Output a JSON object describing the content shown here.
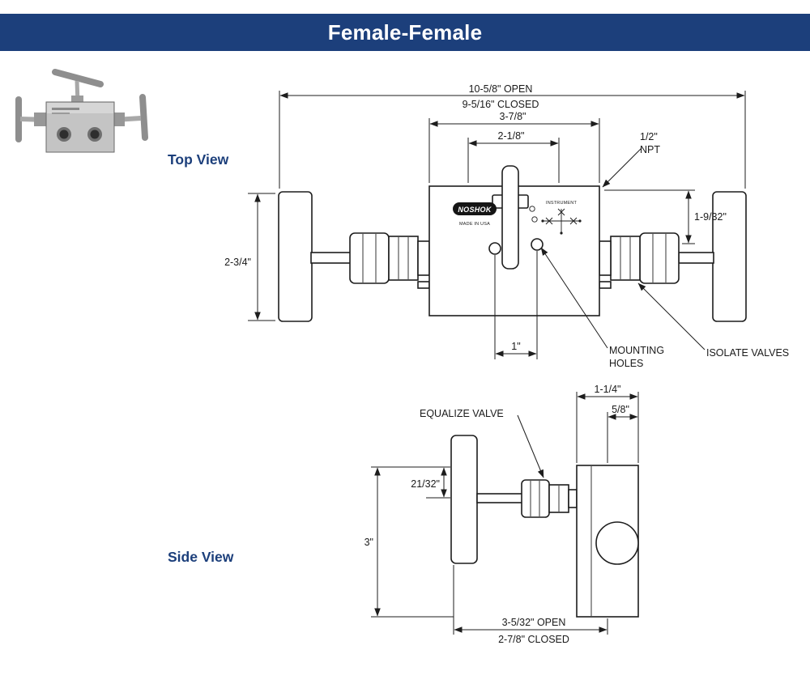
{
  "colors": {
    "accent": "#1c3f7b",
    "ink": "#1a1a1a"
  },
  "header": {
    "title": "Female-Female"
  },
  "labels": {
    "top_view": "Top View",
    "side_view": "Side View"
  },
  "top_view": {
    "body_markings": {
      "brand": "NOSHOK",
      "made_in": "MADE IN USA",
      "instrument": "INSTRUMENT"
    },
    "dimensions": {
      "overall_open": "10-5/8\" OPEN",
      "overall_closed": "9-5/16\" CLOSED",
      "body_width": "3-7/8\"",
      "port_span": "2-1/8\"",
      "npt_size": "1/2\"",
      "npt_label": "NPT",
      "body_top_to_center": "1-9/32\"",
      "handle_length": "2-3/4\"",
      "hole_spacing": "1\""
    },
    "callouts": {
      "mounting_line1": "MOUNTING",
      "mounting_line2": "HOLES",
      "isolate_valves": "ISOLATE VALVES"
    }
  },
  "side_view": {
    "dimensions": {
      "body_width": "1-1/4\"",
      "center_to_edge": "5/8\"",
      "top_to_stem": "21/32\"",
      "overall_height": "3\"",
      "depth_open": "3-5/32\" OPEN",
      "depth_closed": "2-7/8\" CLOSED"
    },
    "callouts": {
      "equalize_valve": "EQUALIZE VALVE"
    }
  }
}
